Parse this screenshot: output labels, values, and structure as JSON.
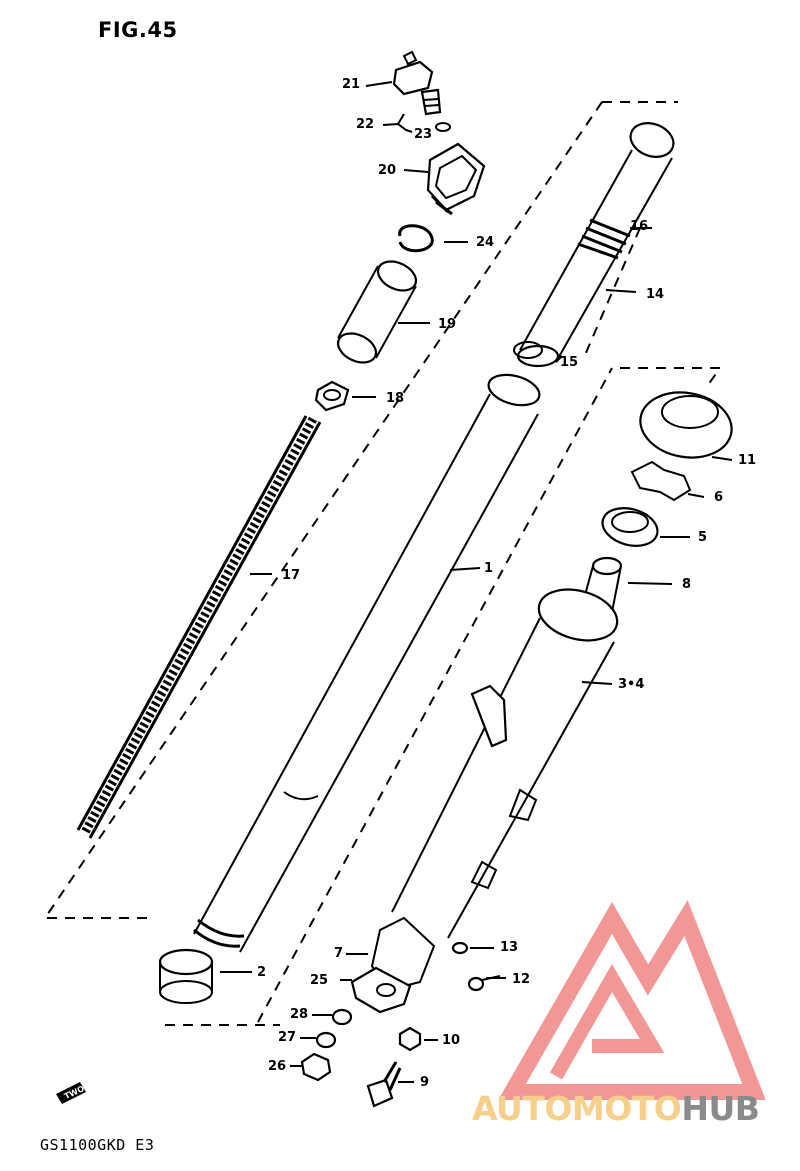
{
  "figure": {
    "title": "FIG.45",
    "model": "GS1100GKD E3"
  },
  "callouts": [
    {
      "id": "c21",
      "text": "21"
    },
    {
      "id": "c22",
      "text": "22"
    },
    {
      "id": "c23",
      "text": "23"
    },
    {
      "id": "c20",
      "text": "20"
    },
    {
      "id": "c24",
      "text": "24"
    },
    {
      "id": "c19",
      "text": "19"
    },
    {
      "id": "c18",
      "text": "18"
    },
    {
      "id": "c17",
      "text": "17"
    },
    {
      "id": "c16",
      "text": "16"
    },
    {
      "id": "c14",
      "text": "14"
    },
    {
      "id": "c15",
      "text": "15"
    },
    {
      "id": "c1",
      "text": "1"
    },
    {
      "id": "c11",
      "text": "11"
    },
    {
      "id": "c6",
      "text": "6"
    },
    {
      "id": "c5",
      "text": "5"
    },
    {
      "id": "c8",
      "text": "8"
    },
    {
      "id": "c34",
      "text": "3•4"
    },
    {
      "id": "c2",
      "text": "2"
    },
    {
      "id": "c7",
      "text": "7"
    },
    {
      "id": "c13",
      "text": "13"
    },
    {
      "id": "c25",
      "text": "25"
    },
    {
      "id": "c12",
      "text": "12"
    },
    {
      "id": "c28",
      "text": "28"
    },
    {
      "id": "c27",
      "text": "27"
    },
    {
      "id": "c10",
      "text": "10"
    },
    {
      "id": "c26",
      "text": "26"
    },
    {
      "id": "c9",
      "text": "9"
    }
  ],
  "direction_badge": "TWO",
  "watermark": {
    "part1": "AUTO",
    "part2": "MOTO",
    "part3": "HUB",
    "logo_color": "#f28b8b"
  }
}
